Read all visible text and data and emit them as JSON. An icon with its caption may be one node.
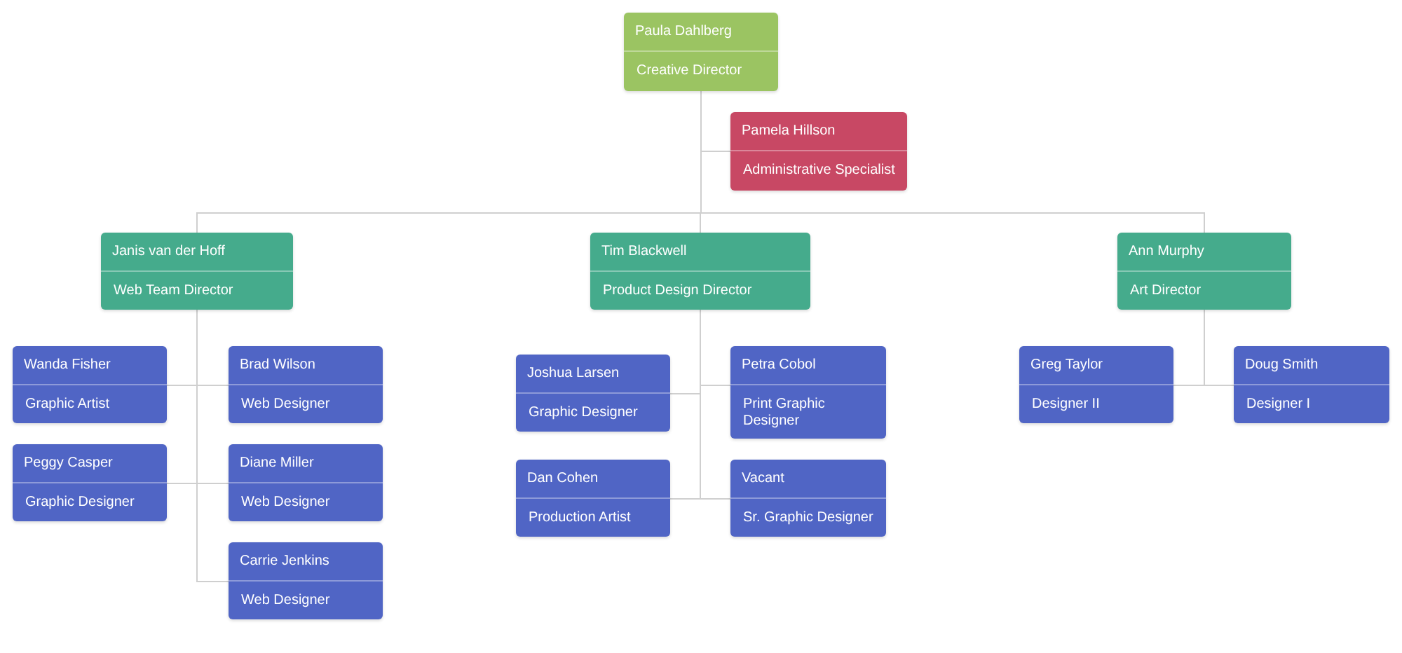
{
  "diagram": {
    "nodes": [
      {
        "text": [
          "Paula Dahlberg",
          "Creative Director"
        ]
      },
      {
        "text": [
          "Pamela Hillson",
          "Administrative Specialist"
        ]
      },
      {
        "text": [
          "Janis van der Hoff",
          "Web Team Director"
        ]
      },
      {
        "text": [
          "Tim Blackwell",
          "Product Design Director"
        ]
      },
      {
        "text": [
          "Ann Murphy",
          "Art Director"
        ]
      },
      {
        "text": [
          "Wanda Fisher",
          "Graphic Artist"
        ]
      },
      {
        "text": [
          "Brad Wilson",
          "Web Designer"
        ]
      },
      {
        "text": [
          "Peggy Casper",
          "Graphic Designer"
        ]
      },
      {
        "text": [
          "Diane Miller",
          "Web Designer"
        ]
      },
      {
        "text": [
          "Carrie Jenkins",
          "Web Designer"
        ]
      },
      {
        "text": [
          "Joshua Larsen",
          "Graphic Designer"
        ]
      },
      {
        "text": [
          "Petra Cobol",
          "Print Graphic Designer"
        ]
      },
      {
        "text": [
          "Dan Cohen",
          "Production Artist"
        ]
      },
      {
        "text": [
          "Vacant",
          "Sr. Graphic Designer"
        ]
      },
      {
        "text": [
          "Greg Taylor",
          "Designer II"
        ]
      },
      {
        "text": [
          "Doug Smith",
          "Designer I"
        ]
      }
    ],
    "edges": [
      {
        "from": 0,
        "to": 1,
        "arrow": "none"
      },
      {
        "from": 0,
        "to": 2,
        "arrow": "none"
      },
      {
        "from": 0,
        "to": 3,
        "arrow": "none"
      },
      {
        "from": 0,
        "to": 4,
        "arrow": "none"
      },
      {
        "from": 2,
        "to": 5,
        "arrow": "none"
      },
      {
        "from": 2,
        "to": 6,
        "arrow": "none"
      },
      {
        "from": 2,
        "to": 7,
        "arrow": "none"
      },
      {
        "from": 2,
        "to": 8,
        "arrow": "none"
      },
      {
        "from": 2,
        "to": 9,
        "arrow": "none"
      },
      {
        "from": 3,
        "to": 10,
        "arrow": "none"
      },
      {
        "from": 3,
        "to": 11,
        "arrow": "none"
      },
      {
        "from": 3,
        "to": 12,
        "arrow": "none"
      },
      {
        "from": 3,
        "to": 13,
        "arrow": "none"
      },
      {
        "from": 4,
        "to": 14,
        "arrow": "none"
      },
      {
        "from": 4,
        "to": 15,
        "arrow": "none"
      }
    ]
  }
}
